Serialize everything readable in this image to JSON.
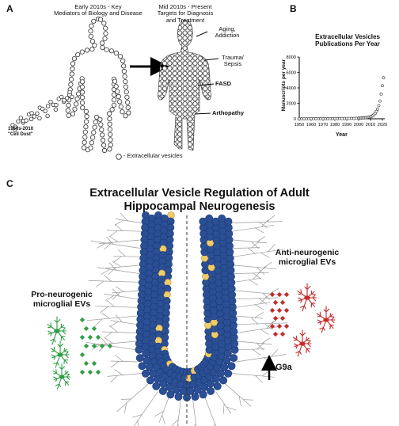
{
  "panel_a": {
    "letter": "A",
    "left_title_line1": "Early 2010s - Key",
    "left_title_line2": "Mediators of Biology and Disease",
    "right_title_line1": "Mid 2010s - Present",
    "right_title_line2": "Targets for Diagnosis",
    "right_title_line3": "and Treatment",
    "label_aging_line1": "Aging,",
    "label_aging_line2": "Addiction",
    "label_trauma_line1": "Trauma/",
    "label_trauma_line2": "Sepsis",
    "label_fasd": "FASD",
    "label_arthropathy": "Arthopathy",
    "cell_dust_line1": "1950s-2010",
    "cell_dust_line2": "\"Cell Dust\"",
    "legend": "- Extracellular vesicles"
  },
  "panel_b": {
    "letter": "B"
  },
  "panel_c": {
    "letter": "C",
    "title_line1": "Extracellular Vesicle Regulation of Adult",
    "title_line2": "Hippocampal Neurogenesis",
    "pro_line1": "Pro-neurogenic",
    "pro_line2": "microglial EVs",
    "anti_line1": "Anti-neurogenic",
    "anti_line2": "microglial EVs",
    "g9a_label": "G9a",
    "colors": {
      "cell": "#2b4f94",
      "cell_stroke": "#1b3a78",
      "newborn": "#f0cc6a",
      "pro": "#2f9e44",
      "anti": "#c62a2a"
    }
  },
  "chart_data": {
    "type": "scatter",
    "title": "Extracellular Vesicles Publications Per Year",
    "xlabel": "Year",
    "ylabel": "Manuscripts per year",
    "xlim": [
      1950,
      2022
    ],
    "ylim": [
      0,
      8000
    ],
    "xticks": [
      1950,
      1960,
      1970,
      1980,
      1990,
      2000,
      2010,
      2020
    ],
    "yticks": [
      0,
      2000,
      4000,
      6000,
      8000
    ],
    "grid": false,
    "series": [
      {
        "x": [
          1950,
          1952,
          1954,
          1956,
          1958,
          1960,
          1962,
          1964,
          1966,
          1968,
          1970,
          1972,
          1974,
          1976,
          1978,
          1980,
          1982,
          1984,
          1986,
          1988,
          1990,
          1992,
          1994,
          1996,
          1998,
          2000,
          2001,
          2002,
          2003,
          2004,
          2005,
          2006,
          2007,
          2008,
          2009,
          2010,
          2011,
          2012,
          2013,
          2014,
          2015,
          2016,
          2017,
          2018,
          2019,
          2020,
          2021
        ],
        "y": [
          5,
          5,
          5,
          5,
          6,
          6,
          7,
          8,
          9,
          10,
          12,
          13,
          15,
          18,
          20,
          22,
          25,
          28,
          30,
          35,
          40,
          45,
          50,
          55,
          60,
          70,
          80,
          90,
          100,
          110,
          120,
          140,
          160,
          190,
          220,
          270,
          330,
          420,
          550,
          720,
          950,
          1250,
          1700,
          2300,
          3200,
          4300,
          5300
        ]
      }
    ]
  }
}
